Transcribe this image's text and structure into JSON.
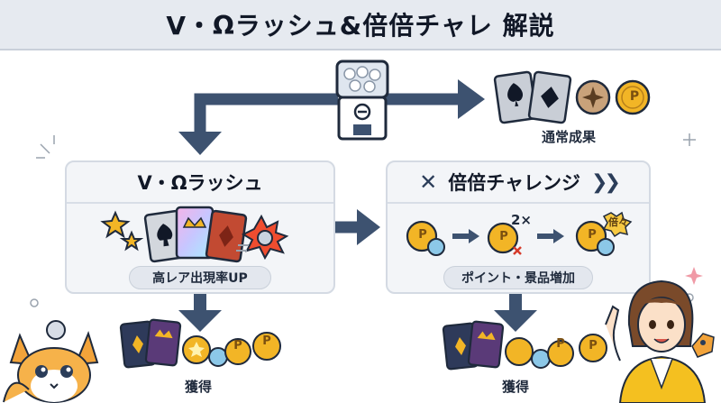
{
  "title": "V・Ωラッシュ&倍倍チャレ 解説",
  "top": {
    "normal_result_label": "通常成果"
  },
  "left_panel": {
    "header": "V・Ωラッシュ",
    "badge": "高レア出現率UP",
    "result_label": "獲得"
  },
  "right_panel": {
    "header": "倍倍チャレンジ",
    "multiplier_text": "2×",
    "badge_bai": "倍々",
    "badge": "ポイント・景品増加",
    "result_label": "獲得"
  },
  "coin_letter": "P",
  "colors": {
    "arrow": "#3d5270",
    "coin": "#f2b526",
    "panel_bg": "#f3f5f8",
    "title_bg": "#e6eaf0"
  }
}
